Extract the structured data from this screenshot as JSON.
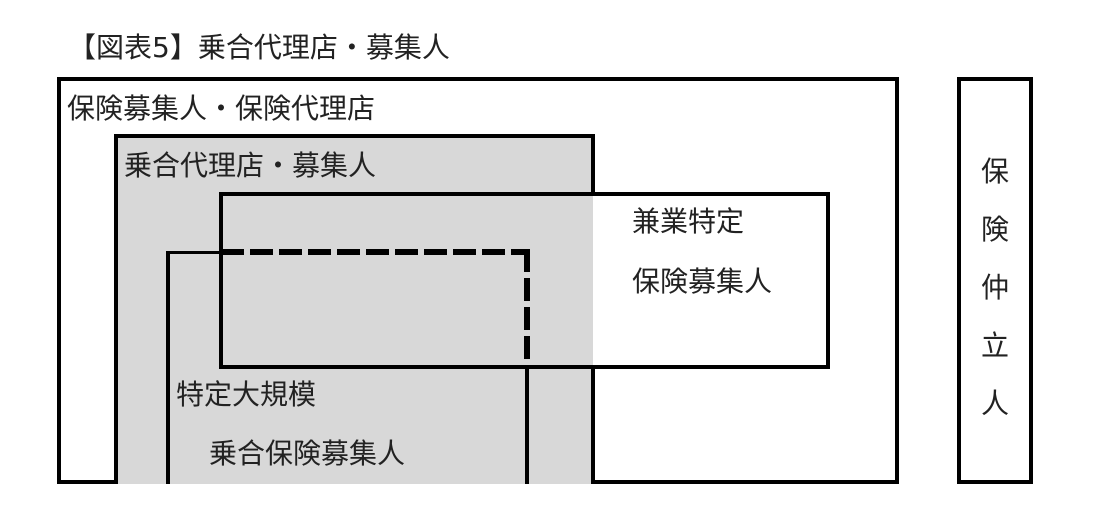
{
  "title": "【図表5】乗合代理店・募集人",
  "boxes": {
    "outer": {
      "label": "保険募集人・保険代理店"
    },
    "joint_agency": {
      "label": "乗合代理店・募集人",
      "fill": "#d8d8d8"
    },
    "side_business": {
      "label_line1": "兼業特定",
      "label_line2": "保険募集人"
    },
    "large_scale": {
      "label_line1": "特定大規模",
      "label_line2": "乗合保険募集人",
      "border_style": "dashed-top-right"
    },
    "broker": {
      "chars": [
        "保",
        "険",
        "仲",
        "立",
        "人"
      ]
    }
  },
  "colors": {
    "line": "#000000",
    "gray_fill": "#d8d8d8",
    "background": "#ffffff"
  }
}
